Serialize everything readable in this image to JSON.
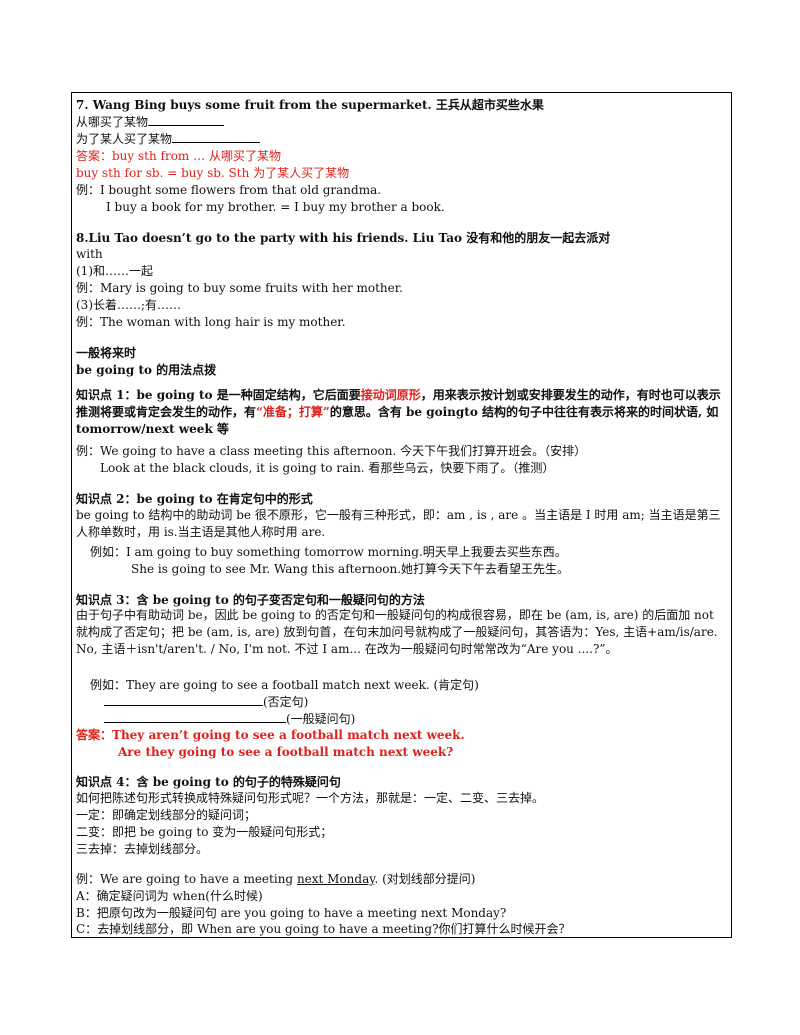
{
  "doc": {
    "s7": {
      "heading": "7. Wang Bing buys some fruit from the supermarket. 王兵从超市买些水果",
      "l1": "从哪买了某物",
      "l2": "为了某人买了某物",
      "ans1": "答案：buy sth from … 从哪买了某物",
      "ans2": "buy sth for sb. = buy sb. Sth 为了某人买了某物",
      "ex1": "例：I bought some flowers from that old grandma.",
      "ex2": "I buy a book for my brother. = I buy my brother a book."
    },
    "s8": {
      "heading": "8.Liu Tao doesn’t go to the party with his friends. Liu Tao 没有和他的朋友一起去派对",
      "with": "with",
      "m1": "(1)和……一起",
      "ex1": "例：Mary is going to buy some fruits with her mother.",
      "m3": "(3)长着……;有……",
      "ex2": "例：The woman with long hair is my mother."
    },
    "future": {
      "title": "一般将来时",
      "sub": "be going to 的用法点拨"
    },
    "k1": {
      "a": "知识点 1：be going to 是一种固定结构，它后面要",
      "red1": "接动词原形",
      "b": "，用来表示按计划或安排要发生的动作，有时也可以表示推测将要或肯定会发生的动作，有",
      "red2": "“准备；打算”",
      "c": "的意思。含有 be goingto 结构的句子中往往有表示将来的时间状语, 如 tomorrow/next week 等",
      "ex1": "例：We going to have a class meeting this afternoon. 今天下午我们打算开班会。（安排）",
      "ex2": "Look at the black clouds, it is going to rain. 看那些乌云，快要下雨了。（推测）"
    },
    "k2": {
      "title": "知识点 2：be going to 在肯定句中的形式",
      "p": "be going to 结构中的助动词 be 很不原形，它一般有三种形式，即：am , is , are 。当主语是 I 时用 am; 当主语是第三人称单数时，用 is.当主语是其他人称时用 are.",
      "ex1": "例如：I am going to buy something tomorrow morning.明天早上我要去买些东西。",
      "ex2": "She is going to see Mr. Wang this afternoon.她打算今天下午去看望王先生。"
    },
    "k3": {
      "title": "知识点 3：含 be going to 的句子变否定句和一般疑问句的方法",
      "p": "由于句子中有助动词 be，因此 be going to 的否定句和一般疑问句的构成很容易，即在 be (am, is, are) 的后面加 not 就构成了否定句；把 be (am, is, are) 放到句首，在句末加问号就构成了一般疑问句，其答语为：Yes, 主语+am/is/are. No, 主语＋isn't/aren't. / No, I'm not. 不过 I am... 在改为一般疑问句时常常改为“Are you ....?”。",
      "ex": "例如：They are going to see a football match next week. (肯定句)",
      "neg": "(否定句)",
      "q": "(一般疑问句)",
      "ans_label": "答案：",
      "ans1": "They aren’t going to see a football match next week.",
      "ans2": "Are they going to see a football match next week?"
    },
    "k4": {
      "title": "知识点 4：含 be going to 的句子的特殊疑问句",
      "p1": "如何把陈述句形式转换成特殊疑问句形式呢？一个方法，那就是：一定、二变、三去掉。",
      "p2": "一定：即确定划线部分的疑问词；",
      "p3": "二变：即把 be going to 变为一般疑问句形式；",
      "p4": "三去掉：去掉划线部分。",
      "ex_a": "例：We are going to have a meeting ",
      "ex_u": "next Monday",
      "ex_b": ". (对划线部分提问)",
      "a": "A：确定疑问词为 when(什么时候)",
      "b": "B：把原句改为一般疑问句 are you going to have a meeting next Monday?",
      "c": "C：去掉划线部分，即 When are you going to have a meeting?你们打算什么时候开会？"
    }
  }
}
